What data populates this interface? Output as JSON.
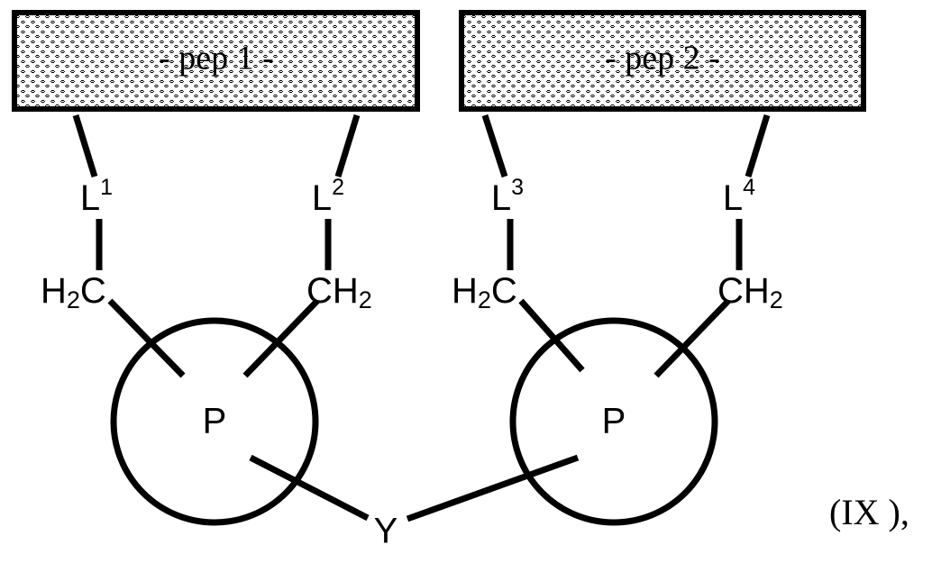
{
  "figure": {
    "formula_number": "(IX ),",
    "background_color": "#ffffff",
    "line_color": "#000000"
  },
  "peptide_boxes": [
    {
      "id": "pep-1",
      "label": "- pep 1 -"
    },
    {
      "id": "pep-2",
      "label": "- pep 2 -"
    }
  ],
  "linkers": [
    {
      "id": "L1",
      "base": "L",
      "index": "1"
    },
    {
      "id": "L2",
      "base": "L",
      "index": "2"
    },
    {
      "id": "L3",
      "base": "L",
      "index": "3"
    },
    {
      "id": "L4",
      "base": "L",
      "index": "4"
    }
  ],
  "methylene_groups": [
    {
      "id": "ch2-1",
      "prefix": "H",
      "sub": "2",
      "suffix": "C",
      "orientation": "left"
    },
    {
      "id": "ch2-2",
      "prefix": "C",
      "suffix": "H",
      "sub": "2",
      "orientation": "right"
    },
    {
      "id": "ch2-3",
      "prefix": "H",
      "sub": "2",
      "suffix": "C",
      "orientation": "left"
    },
    {
      "id": "ch2-4",
      "prefix": "C",
      "suffix": "H",
      "sub": "2",
      "orientation": "right"
    }
  ],
  "phosphorus_atoms": [
    {
      "id": "p-left",
      "label": "P"
    },
    {
      "id": "p-right",
      "label": "P"
    }
  ],
  "bridge": {
    "id": "y-bridge",
    "label": "Y"
  }
}
